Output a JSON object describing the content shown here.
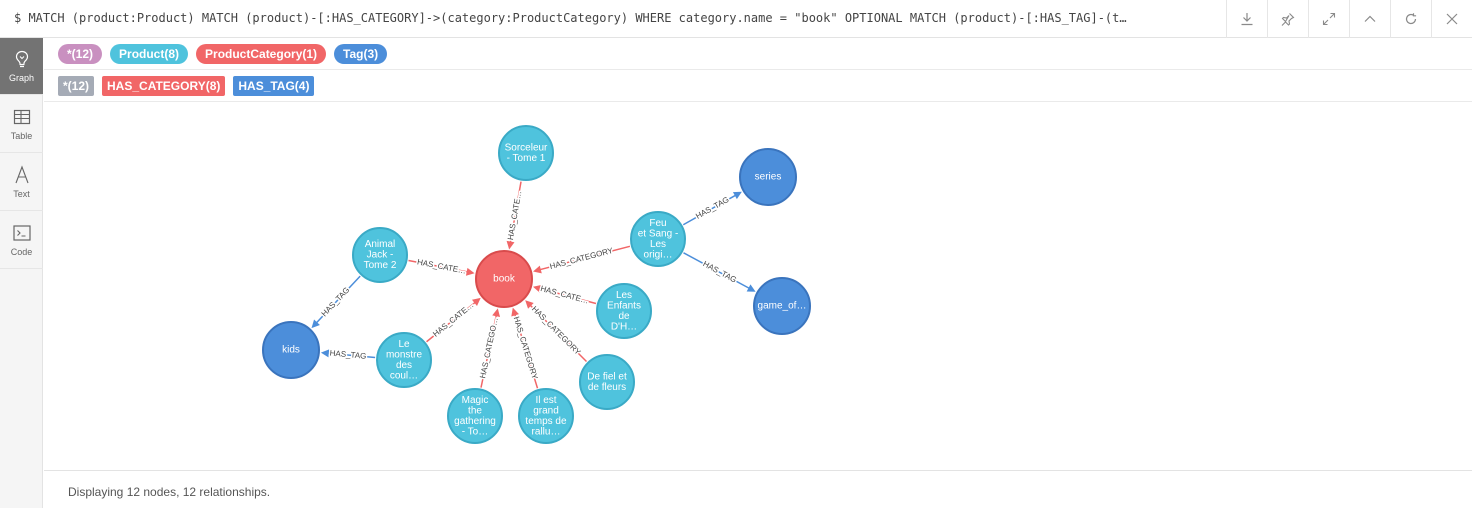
{
  "query": "$ MATCH (product:Product) MATCH (product)-[:HAS_CATEGORY]->(category:ProductCategory) WHERE category.name = \"book\" OPTIONAL MATCH (product)-[:HAS_TAG]-(t…",
  "toolbar": [
    {
      "name": "download-icon"
    },
    {
      "name": "pin-icon"
    },
    {
      "name": "expand-icon"
    },
    {
      "name": "collapse-icon"
    },
    {
      "name": "rerun-icon"
    },
    {
      "name": "close-icon"
    }
  ],
  "sidebar": {
    "items": [
      {
        "label": "Graph",
        "icon": "graph-icon",
        "active": true
      },
      {
        "label": "Table",
        "icon": "table-icon",
        "active": false
      },
      {
        "label": "Text",
        "icon": "text-icon",
        "active": false
      },
      {
        "label": "Code",
        "icon": "code-icon",
        "active": false
      }
    ]
  },
  "node_labels": [
    {
      "label": "*(12)",
      "color": "#c990c0"
    },
    {
      "label": "Product(8)",
      "color": "#4fc3dd"
    },
    {
      "label": "ProductCategory(1)",
      "color": "#f16667"
    },
    {
      "label": "Tag(3)",
      "color": "#4c8eda"
    }
  ],
  "relationship_types": [
    {
      "label": "*(12)",
      "color": "#a5abb6"
    },
    {
      "label": "HAS_CATEGORY(8)",
      "color": "#f16667"
    },
    {
      "label": "HAS_TAG(4)",
      "color": "#4c8eda"
    }
  ],
  "graph": {
    "colors": {
      "product": "#4fc3dd",
      "product_stroke": "#3aaac6",
      "category": "#f16667",
      "category_stroke": "#d94b4c",
      "tag": "#4c8eda",
      "tag_stroke": "#3a74bd",
      "edge_category": "#f16667",
      "edge_tag": "#4c8eda",
      "edge_text": "#444444"
    },
    "nodes": [
      {
        "id": "book",
        "type": "category",
        "lines": [
          "book"
        ]
      },
      {
        "id": "sorceleur",
        "type": "product",
        "lines": [
          "Sorceleur",
          "- Tome 1"
        ]
      },
      {
        "id": "animal",
        "type": "product",
        "lines": [
          "Animal",
          "Jack -",
          "Tome 2"
        ]
      },
      {
        "id": "feu",
        "type": "product",
        "lines": [
          "Feu",
          "et Sang -",
          "Les",
          "origi…"
        ]
      },
      {
        "id": "enfants",
        "type": "product",
        "lines": [
          "Les",
          "Enfants",
          "de",
          "D'H…"
        ]
      },
      {
        "id": "fiel",
        "type": "product",
        "lines": [
          "De fiel et",
          "de fleurs"
        ]
      },
      {
        "id": "ilest",
        "type": "product",
        "lines": [
          "Il est",
          "grand",
          "temps de",
          "rallu…"
        ]
      },
      {
        "id": "magic",
        "type": "product",
        "lines": [
          "Magic",
          "the",
          "gathering",
          "- To…"
        ]
      },
      {
        "id": "monstre",
        "type": "product",
        "lines": [
          "Le",
          "monstre",
          "des",
          "coul…"
        ]
      },
      {
        "id": "series",
        "type": "tag",
        "lines": [
          "series"
        ]
      },
      {
        "id": "gameof",
        "type": "tag",
        "lines": [
          "game_of…"
        ]
      },
      {
        "id": "kids",
        "type": "tag",
        "lines": [
          "kids"
        ]
      }
    ],
    "edges": [
      {
        "from": "sorceleur",
        "to": "book",
        "type": "category",
        "label": "HAS_CATE…"
      },
      {
        "from": "animal",
        "to": "book",
        "type": "category",
        "label": "HAS_CATE…"
      },
      {
        "from": "feu",
        "to": "book",
        "type": "category",
        "label": "HAS_CATEGORY"
      },
      {
        "from": "enfants",
        "to": "book",
        "type": "category",
        "label": "HAS_CATE…"
      },
      {
        "from": "fiel",
        "to": "book",
        "type": "category",
        "label": "HAS_CATEGORY"
      },
      {
        "from": "ilest",
        "to": "book",
        "type": "category",
        "label": "HAS_CATEGORY"
      },
      {
        "from": "magic",
        "to": "book",
        "type": "category",
        "label": "HAS_CATEGO…"
      },
      {
        "from": "monstre",
        "to": "book",
        "type": "category",
        "label": "HAS_CATE…"
      },
      {
        "from": "feu",
        "to": "series",
        "type": "tag",
        "label": "HAS_TAG"
      },
      {
        "from": "feu",
        "to": "gameof",
        "type": "tag",
        "label": "HAS_TAG"
      },
      {
        "from": "animal",
        "to": "kids",
        "type": "tag",
        "label": "HAS_TAG"
      },
      {
        "from": "monstre",
        "to": "kids",
        "type": "tag",
        "label": "HAS_TAG"
      }
    ]
  },
  "footer": {
    "status": "Displaying 12 nodes, 12 relationships."
  }
}
